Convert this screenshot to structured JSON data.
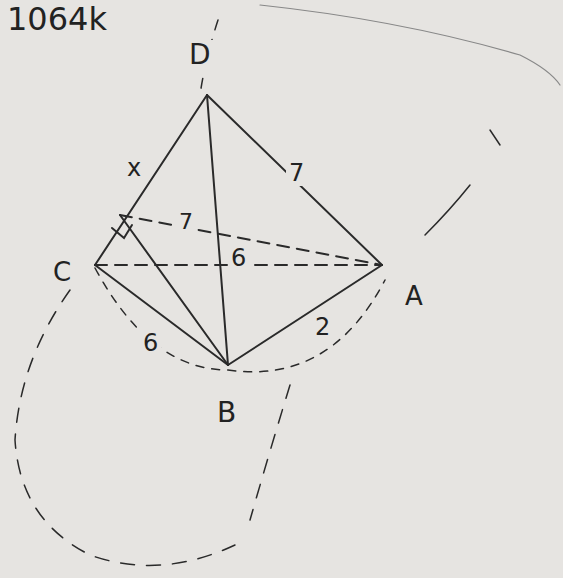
{
  "diagram": {
    "labels": [
      "1064k",
      "D",
      "C",
      "A",
      "B",
      "x",
      "7",
      "7",
      "6",
      "6",
      "2"
    ]
  }
}
